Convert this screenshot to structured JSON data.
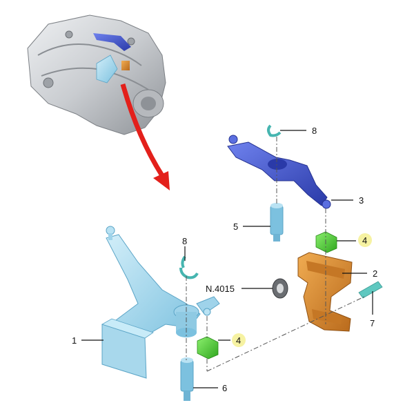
{
  "callouts": {
    "part_1": "1",
    "part_2": "2",
    "part_3": "3",
    "part_4_upper": "4",
    "part_4_lower": "4",
    "part_5": "5",
    "part_6": "6",
    "part_7": "7",
    "part_8_upper": "8",
    "part_8_lower": "8",
    "seal_ref": "N.4015"
  },
  "colors": {
    "gearbox": "#c9ccd0",
    "light_blue_part": "#9fd3ea",
    "dark_blue_part": "#3f52c8",
    "orange_part": "#d98a2e",
    "green_part": "#4fd23a",
    "teal_part": "#5fc8c0",
    "highlight": "#f6f2a2",
    "arrow": "#e3201b"
  }
}
